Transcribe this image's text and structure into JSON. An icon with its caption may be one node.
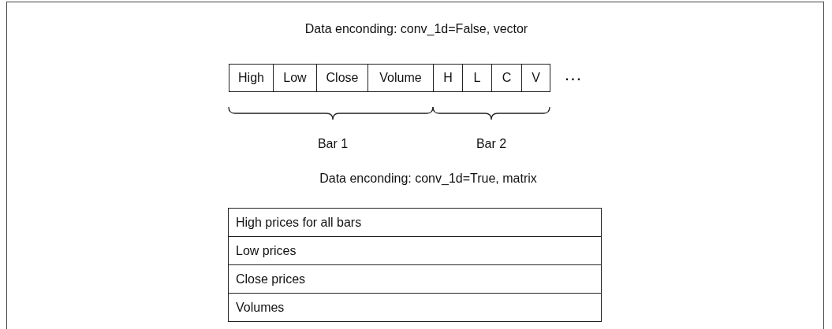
{
  "diagram": {
    "nodes": [
      {
        "text": [
          "High"
        ]
      },
      {
        "text": [
          "Low"
        ]
      },
      {
        "text": [
          "Close"
        ]
      },
      {
        "text": [
          "Volume"
        ]
      },
      {
        "text": [
          "H"
        ]
      },
      {
        "text": [
          "L"
        ]
      },
      {
        "text": [
          "C"
        ]
      },
      {
        "text": [
          "V"
        ]
      },
      {
        "text": [
          "High prices for all bars"
        ]
      },
      {
        "text": [
          "Low prices"
        ]
      },
      {
        "text": [
          "Close prices"
        ]
      },
      {
        "text": [
          "Volumes"
        ]
      }
    ],
    "edges": [],
    "labels": [
      "Data enconding: conv_1d=False, vector",
      "...",
      "Bar 1",
      "Bar 2",
      "Data enconding: conv_1d=True, matrix"
    ]
  }
}
